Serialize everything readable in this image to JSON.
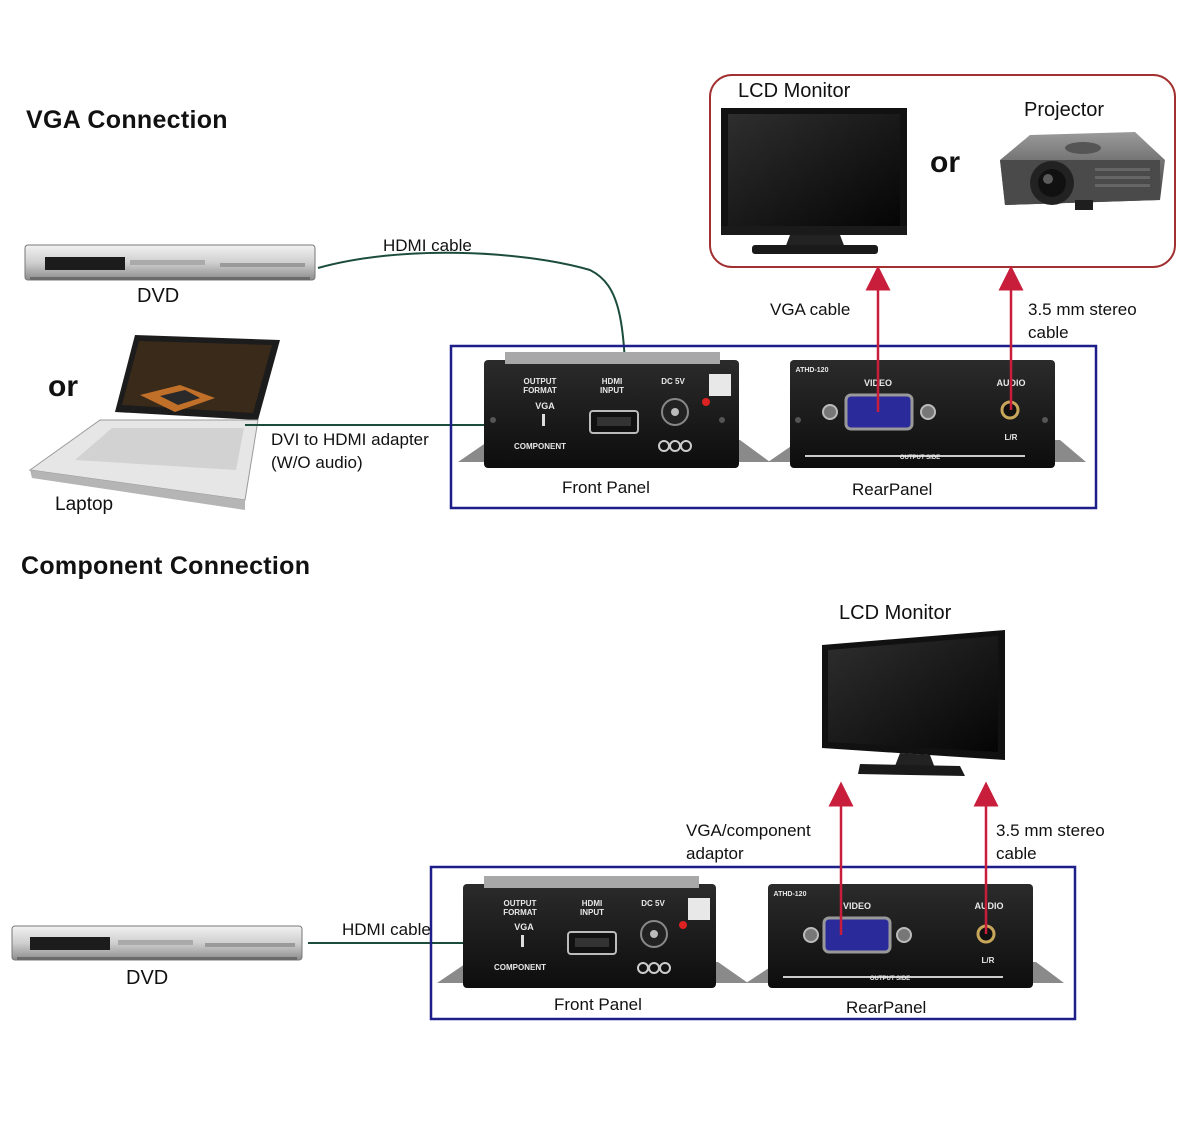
{
  "vga": {
    "title": "VGA Connection",
    "dvd_label": "DVD",
    "or_source": "or",
    "laptop_label": "Laptop",
    "hdmi_cable": "HDMI cable",
    "dvi_adapter": "DVI to HDMI adapter\n(W/O audio)",
    "front_panel": "Front Panel",
    "rear_panel": "RearPanel",
    "vga_cable": "VGA cable",
    "audio_cable": "3.5 mm stereo\ncable",
    "lcd_monitor": "LCD Monitor",
    "or_display": "or",
    "projector": "Projector"
  },
  "component": {
    "title": "Component Connection",
    "dvd_label": "DVD",
    "hdmi_cable": "HDMI cable",
    "front_panel": "Front Panel",
    "rear_panel": "RearPanel",
    "vga_adaptor": "VGA/component\nadaptor",
    "audio_cable": "3.5 mm stereo\ncable",
    "lcd_monitor": "LCD Monitor"
  },
  "panel_print": {
    "output_format": "OUTPUT\nFORMAT",
    "vga": "VGA",
    "component": "COMPONENT",
    "hdmi_input": "HDMI\nINPUT",
    "dc": "DC 5V",
    "model": "ATHD-120",
    "video": "VIDEO",
    "audio": "AUDIO",
    "lr": "L/R",
    "output_side": "OUTPUT SIDE"
  },
  "colors": {
    "group_border": "#1e1e8a",
    "display_group_border": "#a33030",
    "signal_arrow": "#c81e3c",
    "hdmi_line": "#1c4d3a"
  }
}
